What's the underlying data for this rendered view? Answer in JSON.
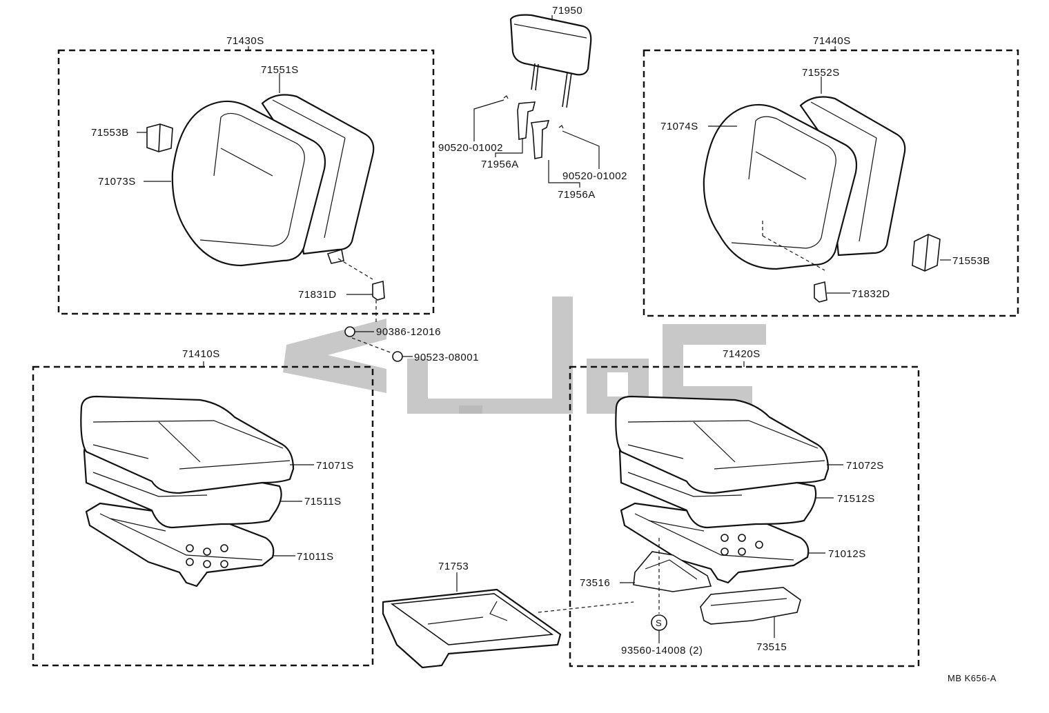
{
  "labels": {
    "headrest": "71950",
    "seatback_left_assy": "71430S",
    "seatback_right_assy": "71440S",
    "cushion_left_assy": "71410S",
    "cushion_right_assy": "71420S",
    "pad_left": "71551S",
    "pad_right": "71552S",
    "cover_left": "71073S",
    "cover_right": "71074S",
    "knob_left": "71553B",
    "knob_right": "71553B",
    "clip_left": "90520-01002",
    "clip_right": "90520-01002",
    "support_left": "71956A",
    "support_right": "71956A",
    "hook_left": "71831D",
    "hook_right": "71832D",
    "nut": "90386-12016",
    "bolt": "90523-08001",
    "cushion_cover_left": "71071S",
    "cushion_cover_right": "71072S",
    "cushion_pad_left": "71511S",
    "cushion_pad_right": "71512S",
    "frame_left": "71011S",
    "frame_right": "71012S",
    "tray": "71753",
    "bracket_upper": "73516",
    "bracket_lower": "73515",
    "screw": "93560-14008 (2)",
    "screw_symbol": "S",
    "diagram_code": "MB K656-A"
  }
}
